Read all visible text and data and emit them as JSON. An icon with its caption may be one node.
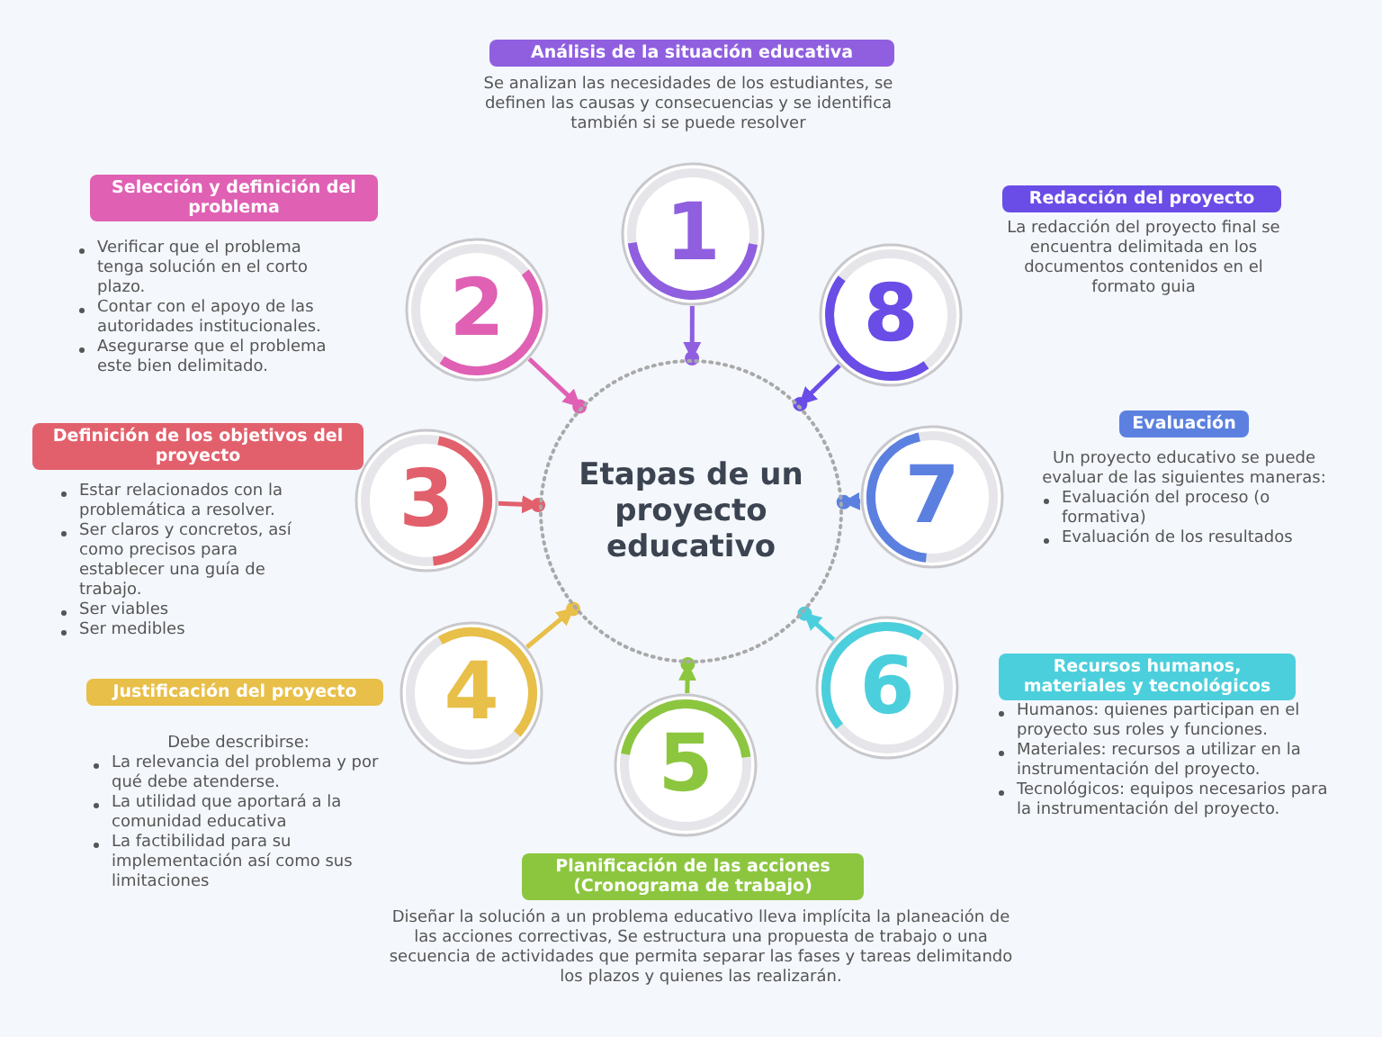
{
  "diagram": {
    "nodes": [
      {
        "text": [
          "Etapas de un proyecto educativo"
        ]
      },
      {
        "text": [
          "1"
        ]
      },
      {
        "text": [
          "Análisis de la situación educativa"
        ],
        "beside": [
          "Se analizan las necesidades de los estudiantes, se definen las causas y consecuencias y se identifica también si se puede resolver"
        ]
      },
      {
        "text": [
          "2"
        ]
      },
      {
        "text": [
          "Selección y definición del problema"
        ],
        "beside": [
          "Verificar que el problema tenga solución en el corto plazo.",
          "Contar con el apoyo de las autoridades institucionales.",
          "Asegurarse que el problema este bien delimitado."
        ]
      },
      {
        "text": [
          "3"
        ]
      },
      {
        "text": [
          "Definición de los objetivos del proyecto"
        ],
        "beside": [
          "Estar relacionados con la problemática a resolver.",
          "Ser claros y concretos, así como precisos para establecer una guía de trabajo.",
          "Ser viables",
          "Ser medibles"
        ]
      },
      {
        "text": [
          "4"
        ]
      },
      {
        "text": [
          "Justificación del proyecto"
        ],
        "beside": [
          "Debe describirse:",
          "La relevancia del problema y por qué debe atenderse.",
          "La utilidad que aportará a la comunidad educativa",
          "La factibilidad para su implementación así como sus limitaciones"
        ]
      },
      {
        "text": [
          "5"
        ]
      },
      {
        "text": [
          "Planificación de las acciones (Cronograma de trabajo)"
        ],
        "beside": [
          "Diseñar la solución a un problema educativo lleva implícita la planeación de las acciones correctivas, Se estructura una propuesta de trabajo o una secuencia de actividades que permita separar las fases y tareas delimitando los plazos y quienes las realizarán."
        ]
      },
      {
        "text": [
          "6"
        ]
      },
      {
        "text": [
          "Recursos humanos, materiales y tecnológicos"
        ],
        "beside": [
          "Humanos: quienes participan en el proyecto sus roles y funciones.",
          "Materiales: recursos a utilizar en la instrumentación del proyecto.",
          "Tecnológicos: equipos necesarios para la instrumentación del proyecto."
        ]
      },
      {
        "text": [
          "7"
        ]
      },
      {
        "text": [
          "Evaluación"
        ],
        "beside": [
          "Un proyecto educativo se puede evaluar de las siguientes maneras:",
          "Evaluación del proceso (o formativa)",
          "Evaluación de los resultados"
        ]
      },
      {
        "text": [
          "8"
        ]
      },
      {
        "text": [
          "Redacción del proyecto"
        ],
        "beside": [
          "La redacción del proyecto final se encuentra delimitada en los documentos contenidos en el formato guia"
        ]
      }
    ],
    "edges": [
      {
        "from": 1,
        "to": 0,
        "arrow": "to",
        "color": "#8f5fe0"
      },
      {
        "from": 3,
        "to": 0,
        "arrow": "to",
        "color": "#e060b4"
      },
      {
        "from": 5,
        "to": 0,
        "arrow": "to",
        "color": "#e2606c"
      },
      {
        "from": 7,
        "to": 0,
        "arrow": "to",
        "color": "#e8bf48"
      },
      {
        "from": 9,
        "to": 0,
        "arrow": "to",
        "color": "#8cc63f"
      },
      {
        "from": 11,
        "to": 0,
        "arrow": "to",
        "color": "#4ccfdc"
      },
      {
        "from": 13,
        "to": 0,
        "arrow": "to",
        "color": "#5b80e0"
      },
      {
        "from": 15,
        "to": 0,
        "arrow": "to",
        "color": "#6a4ce6"
      }
    ]
  }
}
